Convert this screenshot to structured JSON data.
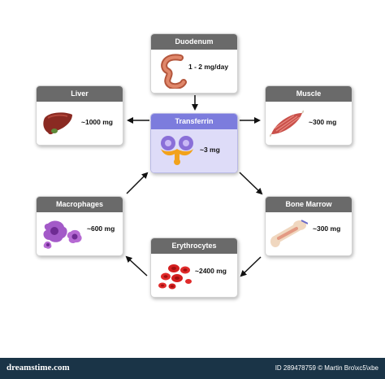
{
  "cards": {
    "duodenum": {
      "title": "Duodenum",
      "value": "1 - 2 mg/day",
      "icon": "intestine-icon"
    },
    "liver": {
      "title": "Liver",
      "value": "~1000 mg",
      "icon": "liver-icon"
    },
    "transferrin": {
      "title": "Transferrin",
      "value": "~3 mg",
      "icon": "transferrin-molecule-icon"
    },
    "muscle": {
      "title": "Muscle",
      "value": "~300 mg",
      "icon": "muscle-icon"
    },
    "macrophages": {
      "title": "Macrophages",
      "value": "~600 mg",
      "icon": "macrophage-cells-icon"
    },
    "bone_marrow": {
      "title": "Bone Marrow",
      "value": "~300 mg",
      "icon": "bone-icon"
    },
    "erythrocytes": {
      "title": "Erythrocytes",
      "value": "~2400 mg",
      "icon": "red-blood-cells-icon"
    }
  },
  "colors": {
    "card_header": "#6a6a6a",
    "transferrin_header": "#7c7cdd",
    "transferrin_body": "#dedcf8",
    "footer": "#1a3447"
  },
  "footer": {
    "brand": "dreamstime.com",
    "id_text": "ID 289478759 © Martin Bro\\xc5\\xbe"
  }
}
